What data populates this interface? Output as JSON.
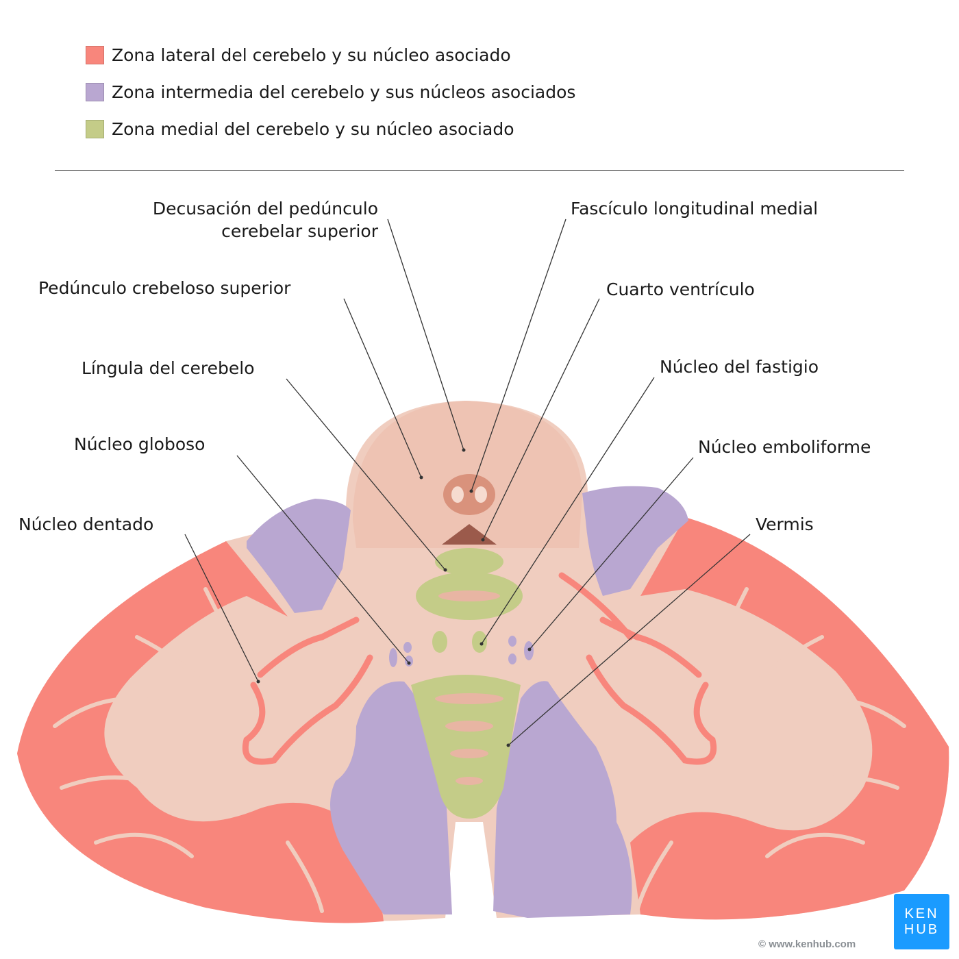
{
  "legend": {
    "items": [
      {
        "label": "Zona lateral del cerebelo y su núcleo asociado",
        "color": "#f8867c"
      },
      {
        "label": "Zona intermedia del cerebelo y sus núcleos asociados",
        "color": "#b9a7d1"
      },
      {
        "label": "Zona medial del cerebelo y su núcleo asociado",
        "color": "#c4cc88"
      }
    ]
  },
  "labels": {
    "decusacion_line1": "Decusación del pedúnculo",
    "decusacion_line2": "cerebelar superior",
    "fasciculo": "Fascículo longitudinal medial",
    "pedunculo": "Pedúnculo crebeloso superior",
    "cuarto": "Cuarto ventrículo",
    "lingula": "Língula del cerebelo",
    "fastigio": "Núcleo del fastigio",
    "globoso": "Núcleo globoso",
    "emboliforme": "Núcleo emboliforme",
    "dentado": "Núcleo dentado",
    "vermis": "Vermis"
  },
  "brand": {
    "logo_line1": "KEN",
    "logo_line2": "HUB",
    "copyright": "© www.kenhub.com",
    "color": "#1a9bff"
  }
}
